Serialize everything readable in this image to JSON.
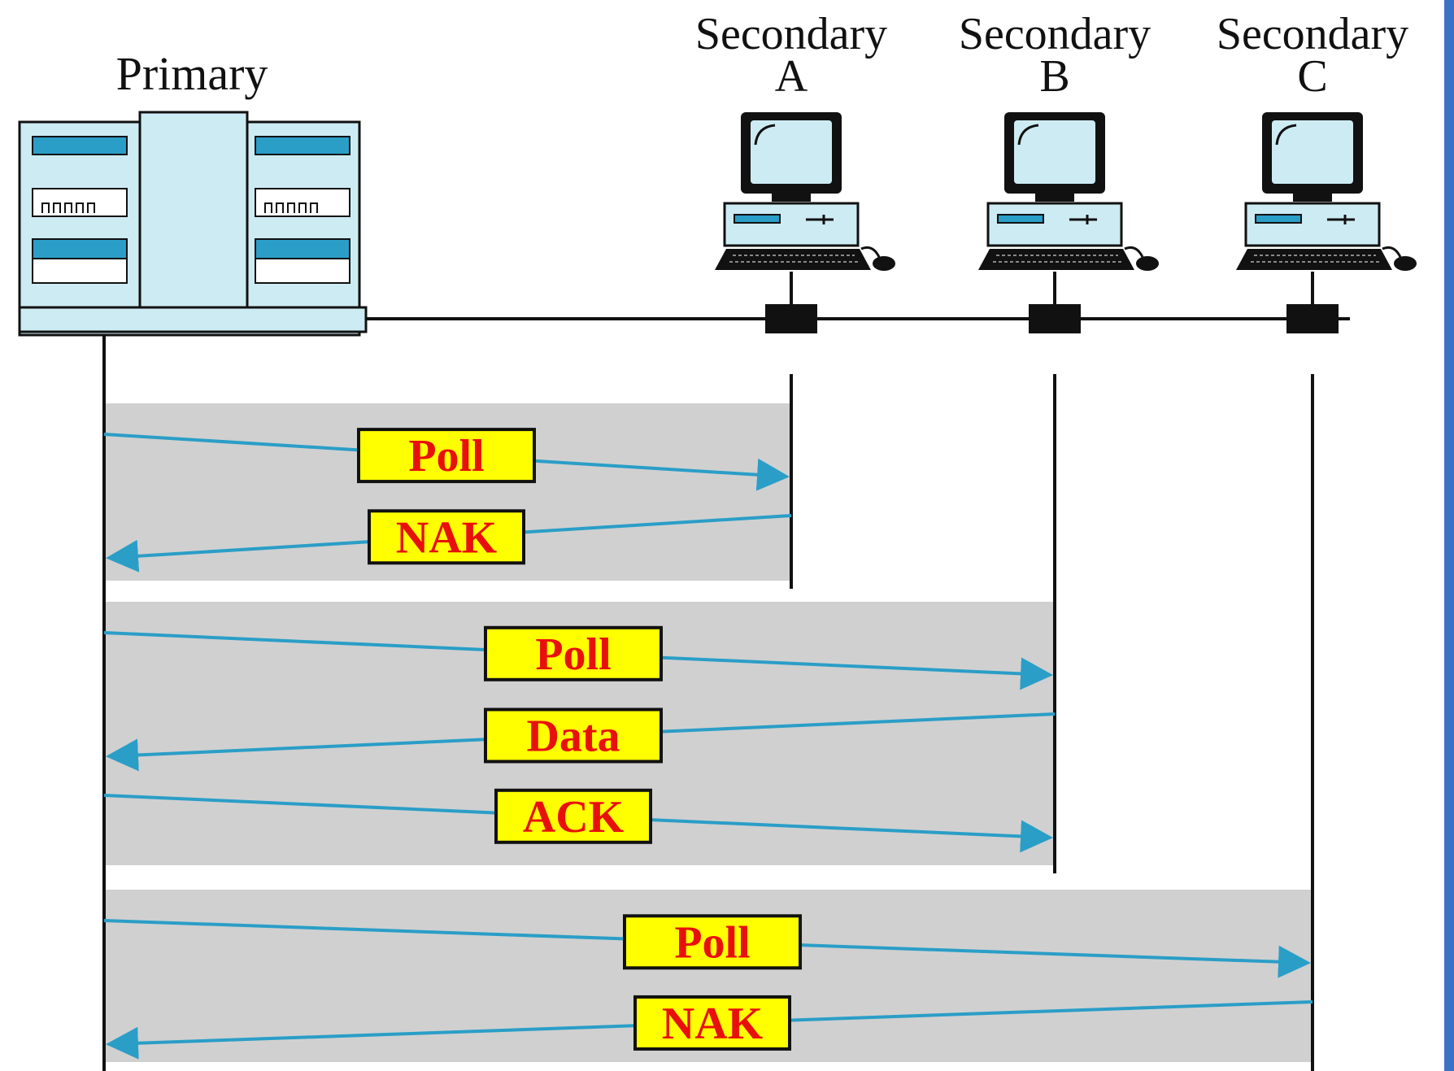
{
  "colors": {
    "background": "#ffffff",
    "band": "#d0d0d0",
    "arrow": "#2a9ec7",
    "label_fill": "#ffff00",
    "label_text": "#e8100c",
    "device_fill": "#cdebf2",
    "device_accent": "#2a9ec7",
    "edge_bar": "#3a73c6"
  },
  "nodes": {
    "primary": {
      "label": "Primary",
      "icon": "mainframe-icon"
    },
    "secondaries": [
      {
        "id": "a",
        "label_line1": "Secondary",
        "label_line2": "A",
        "icon": "computer-icon"
      },
      {
        "id": "b",
        "label_line1": "Secondary",
        "label_line2": "B",
        "icon": "computer-icon"
      },
      {
        "id": "c",
        "label_line1": "Secondary",
        "label_line2": "C",
        "icon": "computer-icon"
      }
    ]
  },
  "exchanges": [
    {
      "station": "a",
      "messages": [
        {
          "label": "Poll",
          "direction": "to-secondary"
        },
        {
          "label": "NAK",
          "direction": "to-primary"
        }
      ]
    },
    {
      "station": "b",
      "messages": [
        {
          "label": "Poll",
          "direction": "to-secondary"
        },
        {
          "label": "Data",
          "direction": "to-primary"
        },
        {
          "label": "ACK",
          "direction": "to-secondary"
        }
      ]
    },
    {
      "station": "c",
      "messages": [
        {
          "label": "Poll",
          "direction": "to-secondary"
        },
        {
          "label": "NAK",
          "direction": "to-primary"
        }
      ]
    }
  ]
}
